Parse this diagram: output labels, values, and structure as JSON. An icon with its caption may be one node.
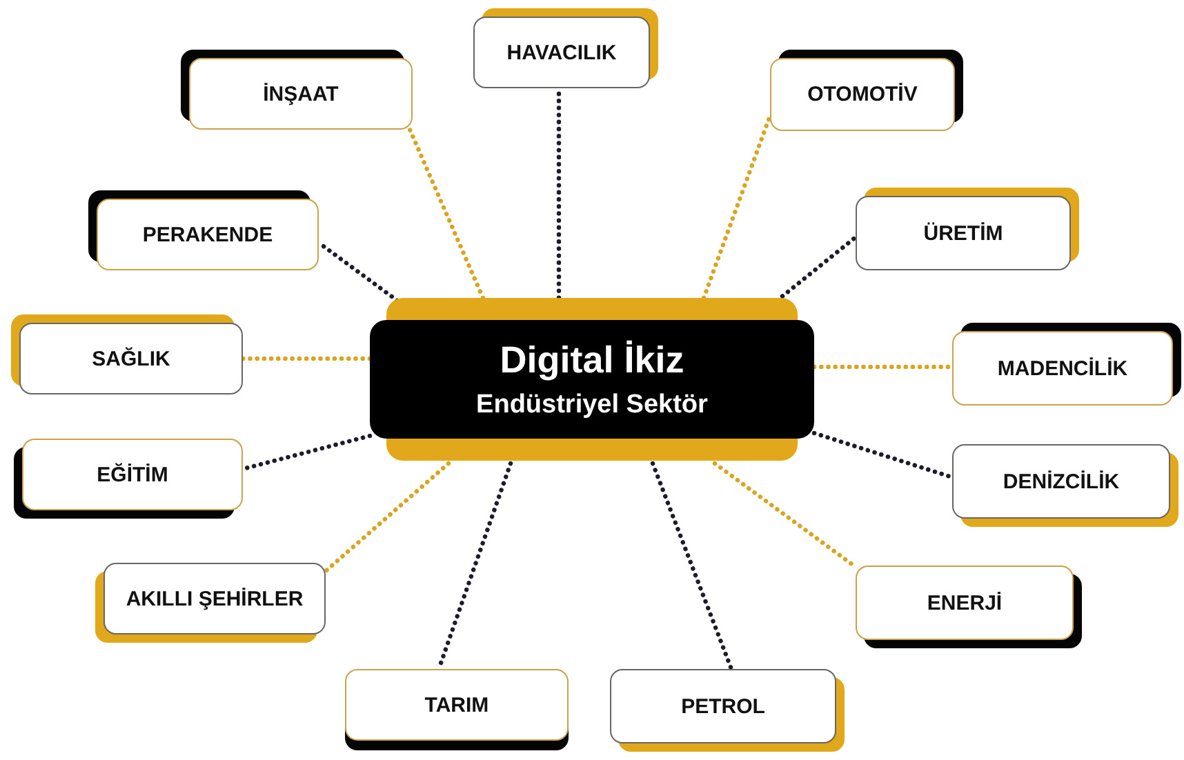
{
  "diagram": {
    "nodes": [
      {
        "text": [
          "Digital İkiz",
          "Endüstriyel Sektör"
        ]
      },
      {
        "text": [
          "HAVACILIK"
        ]
      },
      {
        "text": [
          "İNŞAAT"
        ]
      },
      {
        "text": [
          "OTOMOTİV"
        ]
      },
      {
        "text": [
          "PERAKENDE"
        ]
      },
      {
        "text": [
          "ÜRETİM"
        ]
      },
      {
        "text": [
          "SAĞLIK"
        ]
      },
      {
        "text": [
          "MADENCİLİK"
        ]
      },
      {
        "text": [
          "EĞİTİM"
        ]
      },
      {
        "text": [
          "DENİZCİLİK"
        ]
      },
      {
        "text": [
          "AKILLI ŞEHİRLER"
        ]
      },
      {
        "text": [
          "ENERJİ"
        ]
      },
      {
        "text": [
          "TARIM"
        ]
      },
      {
        "text": [
          "PETROL"
        ]
      }
    ],
    "edges": [
      {
        "from": 0,
        "to": 1,
        "arrow": "none",
        "style": "dashed"
      },
      {
        "from": 0,
        "to": 2,
        "arrow": "none",
        "style": "dashed",
        "color": "#d9a520"
      },
      {
        "from": 0,
        "to": 3,
        "arrow": "none",
        "style": "dashed",
        "color": "#d9a520"
      },
      {
        "from": 0,
        "to": 4,
        "arrow": "none",
        "style": "dashed"
      },
      {
        "from": 0,
        "to": 5,
        "arrow": "none",
        "style": "dashed"
      },
      {
        "from": 0,
        "to": 6,
        "arrow": "none",
        "style": "dashed",
        "color": "#d9a520"
      },
      {
        "from": 0,
        "to": 7,
        "arrow": "none",
        "style": "dashed",
        "color": "#d9a520"
      },
      {
        "from": 0,
        "to": 8,
        "arrow": "none",
        "style": "dashed"
      },
      {
        "from": 0,
        "to": 9,
        "arrow": "none",
        "style": "dashed"
      },
      {
        "from": 0,
        "to": 10,
        "arrow": "none",
        "style": "dashed",
        "color": "#d9a520"
      },
      {
        "from": 0,
        "to": 11,
        "arrow": "none",
        "style": "dashed",
        "color": "#d9a520"
      },
      {
        "from": 0,
        "to": 12,
        "arrow": "none",
        "style": "dashed"
      },
      {
        "from": 0,
        "to": 13,
        "arrow": "none",
        "style": "dashed"
      }
    ]
  }
}
